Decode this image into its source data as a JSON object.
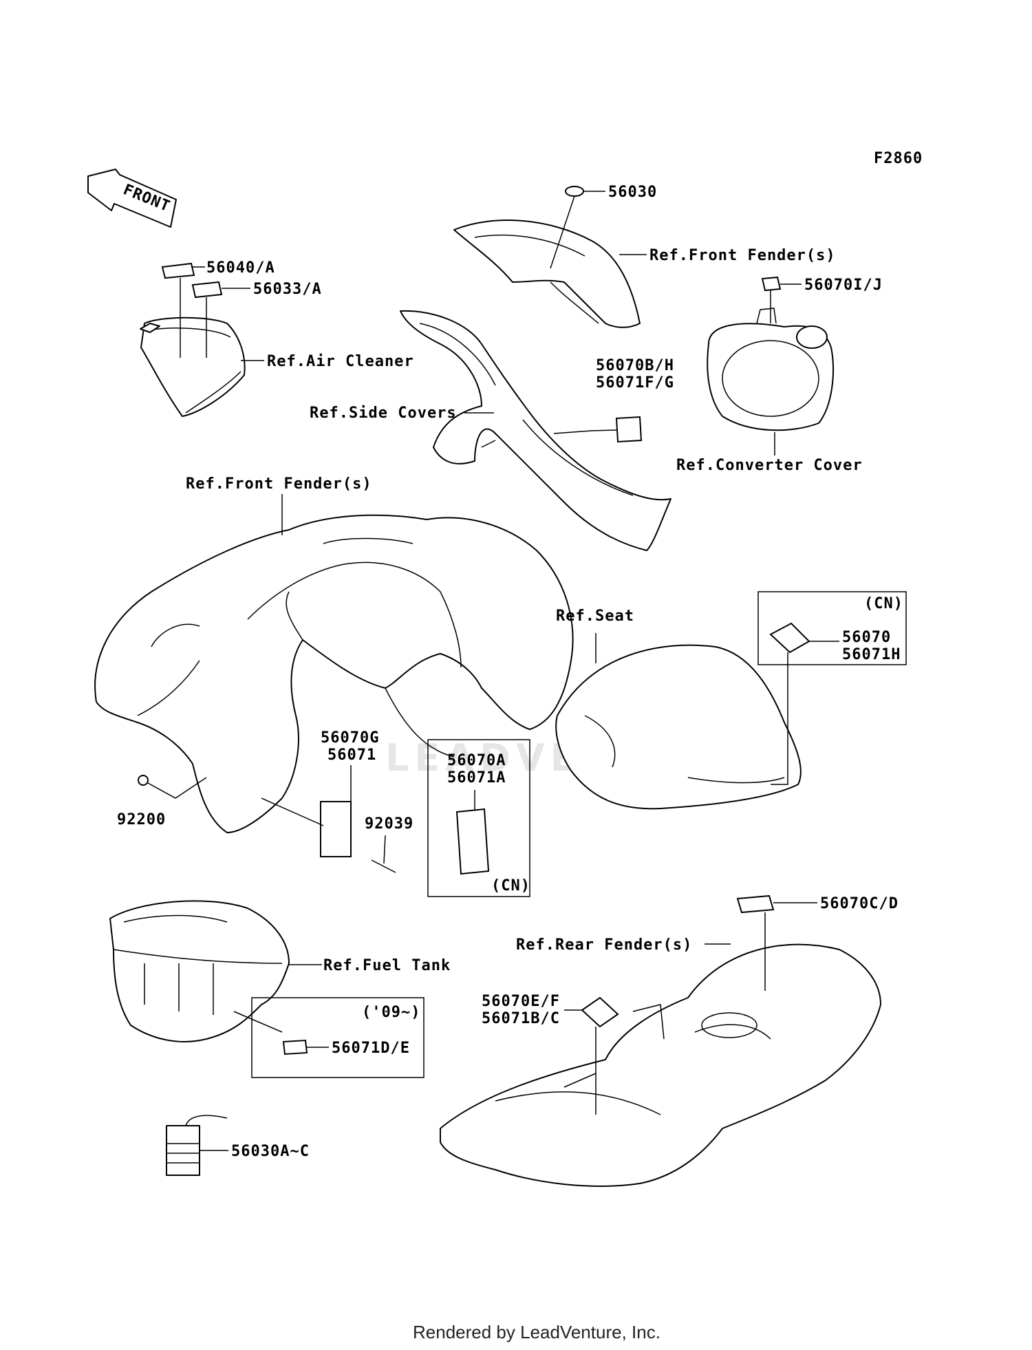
{
  "figure_code": "F2860",
  "front_arrow": "FRONT",
  "watermark": "LEADVENTURE",
  "footer": "Rendered by LeadVenture, Inc.",
  "labels": {
    "p56030": "56030",
    "ref_front_fender_top": "Ref.Front Fender(s)",
    "p56070IJ": "56070I/J",
    "p56040A": "56040/A",
    "p56033A": "56033/A",
    "ref_air_cleaner": "Ref.Air Cleaner",
    "p56070BH": "56070B/H",
    "p56071FG": "56071F/G",
    "ref_side_covers": "Ref.Side Covers",
    "ref_converter_cover": "Ref.Converter Cover",
    "ref_front_fender_main": "Ref.Front Fender(s)",
    "cn_box1": "(CN)",
    "p56070": "56070",
    "p56071H": "56071H",
    "ref_seat": "Ref.Seat",
    "p56070G": "56070G",
    "p56071": "56071",
    "p56070A": "56070A",
    "p56071A": "56071A",
    "cn_box2": "(CN)",
    "p92200": "92200",
    "p92039": "92039",
    "p56070CD": "56070C/D",
    "ref_rear_fender": "Ref.Rear Fender(s)",
    "ref_fuel_tank": "Ref.Fuel Tank",
    "year_box": "('09~)",
    "p56071DE": "56071D/E",
    "p56070EF": "56070E/F",
    "p56071BC": "56071B/C",
    "p56030AC": "56030A~C"
  }
}
